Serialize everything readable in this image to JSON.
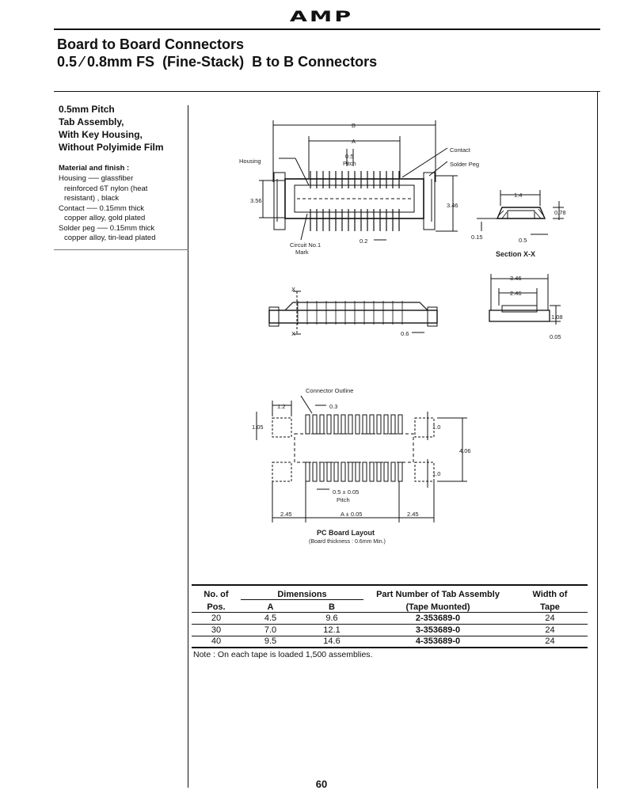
{
  "header": {
    "brand": "AMP"
  },
  "titles": {
    "line1": "Board to Board Connectors",
    "line2": "0.5 ⁄ 0.8mm FS  (Fine-Stack)  B to B Connectors"
  },
  "sidebar": {
    "heading": [
      "0.5mm Pitch",
      "Tab Assembly,",
      "With Key Housing,",
      "Without Polyimide Film"
    ],
    "material_title": "Material and finish :",
    "materials": [
      {
        "text": "Housing ── glassfiber",
        "indent": false
      },
      {
        "text": "reinforced 6T nylon  (heat",
        "indent": true
      },
      {
        "text": "resistant) , black",
        "indent": true
      },
      {
        "text": "Contact ── 0.15mm thick",
        "indent": false
      },
      {
        "text": "copper alloy, gold plated",
        "indent": true
      },
      {
        "text": "Solder peg ── 0.15mm thick",
        "indent": false
      },
      {
        "text": "copper alloy, tin-lead plated",
        "indent": true
      }
    ]
  },
  "drawing": {
    "main": {
      "label_b": "B",
      "label_a": "A",
      "pitch_value": "0.5",
      "pitch_word": "Pitch",
      "housing": "Housing",
      "contact": "Contact",
      "solder_peg": "Solder Peg",
      "dim_356": "3.56",
      "dim_346": "3.46",
      "dim_02": "0.2",
      "circuit_line1": "Circuit No.1",
      "circuit_line2": "Mark"
    },
    "section": {
      "dim_14": "1.4",
      "dim_078": "0.78",
      "dim_015": "0.15",
      "dim_05": "0.5",
      "caption": "Section X-X"
    },
    "side": {
      "x_top": "X",
      "x_bottom": "X",
      "dim_06": "0.6",
      "dim_346": "3.46",
      "dim_246": "2.46",
      "dim_108": "1.08",
      "dim_005": "0.05"
    },
    "pcb": {
      "outline_label": "Connector Outline",
      "dim_12": "1.2",
      "dim_03": "0.3",
      "dim_105": "1.05",
      "dim_10a": "1.0",
      "dim_406": "4.06",
      "dim_10b": "1.0",
      "pitch_value": "0.5 ± 0.05",
      "pitch_word": "Pitch",
      "dim_245_left": "2.45",
      "dim_a": "A ± 0.05",
      "dim_245_right": "2.45",
      "caption": "PC Board Layout",
      "subcaption": "(Board thickness : 0.6mm Min.)"
    }
  },
  "table": {
    "headers": {
      "pos_line1": "No. of",
      "pos_line2": "Pos.",
      "dimensions": "Dimensions",
      "a": "A",
      "b": "B",
      "part_line1": "Part Number of Tab Assembly",
      "part_line2": "(Tape Muonted)",
      "width_line1": "Width of",
      "width_line2": "Tape"
    },
    "rows": [
      {
        "pos": "20",
        "a": "4.5",
        "b": "9.6",
        "part": "2-353689-0",
        "width": "24"
      },
      {
        "pos": "30",
        "a": "7.0",
        "b": "12.1",
        "part": "3-353689-0",
        "width": "24"
      },
      {
        "pos": "40",
        "a": "9.5",
        "b": "14.6",
        "part": "4-353689-0",
        "width": "24"
      }
    ],
    "note": "Note : On each tape is loaded 1,500 assemblies."
  },
  "footer": {
    "page_number": "60"
  }
}
